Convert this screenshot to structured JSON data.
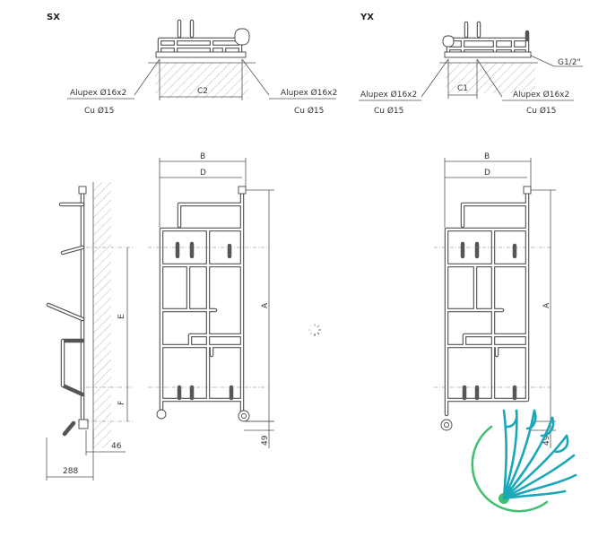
{
  "diagrams": {
    "sx": {
      "header": "SX",
      "alupex_left": "Alupex Ø16x2",
      "alupex_right": "Alupex Ø16x2",
      "cu_left": "Cu Ø15",
      "cu_right": "Cu Ø15",
      "dim_c2": "C2"
    },
    "yx": {
      "header": "YX",
      "alupex_left": "Alupex Ø16x2",
      "alupex_right": "Alupex Ø16x2",
      "cu_left": "Cu Ø15",
      "cu_right": "Cu Ø15",
      "dim_c1": "C1",
      "thread": "G1/2\""
    },
    "side": {
      "dim_e": "E",
      "dim_f": "F",
      "dim_46": "46",
      "dim_288": "288"
    },
    "front_sx": {
      "dim_b": "B",
      "dim_d": "D",
      "dim_a": "A",
      "dim_49": "49"
    },
    "front_yx": {
      "dim_b": "B",
      "dim_d": "D",
      "dim_a": "A",
      "dim_49": "49"
    }
  },
  "colors": {
    "logo_teal": "#1aa8b8",
    "logo_green": "#3fbf6f",
    "line": "#555555"
  },
  "icons": [
    "loading-spinner-icon",
    "brand-logo-icon"
  ]
}
